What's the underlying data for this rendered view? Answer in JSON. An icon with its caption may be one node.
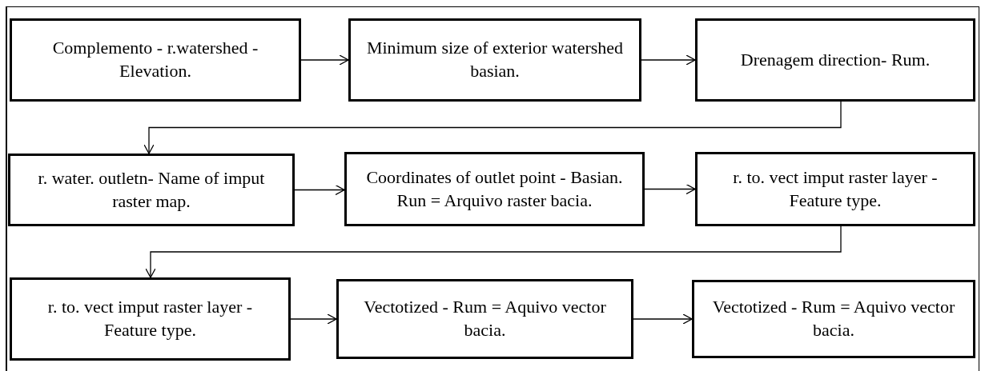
{
  "diagram": {
    "nodes": [
      {
        "text": [
          "Complemento - r.watershed - Elevation."
        ]
      },
      {
        "text": [
          "Minimum size of exterior watershed basian."
        ]
      },
      {
        "text": [
          "Drenagem direction- Rum."
        ]
      },
      {
        "text": [
          "r. water. outletn- Name of imput raster map."
        ]
      },
      {
        "text": [
          "Coordinates of outlet point - Basian.  Run = Arquivo raster bacia."
        ]
      },
      {
        "text": [
          "r. to. vect imput raster layer - Feature type."
        ]
      },
      {
        "text": [
          "r. to. vect imput raster layer - Feature type."
        ]
      },
      {
        "text": [
          "Vectotized - Rum = Aquivo vector bacia."
        ]
      },
      {
        "text": [
          "Vectotized - Rum = Aquivo vector bacia."
        ]
      }
    ],
    "edges": [
      {
        "from": 0,
        "to": 1,
        "arrow": "to"
      },
      {
        "from": 1,
        "to": 2,
        "arrow": "to"
      },
      {
        "from": 2,
        "to": 3,
        "arrow": "to"
      },
      {
        "from": 3,
        "to": 4,
        "arrow": "to"
      },
      {
        "from": 4,
        "to": 5,
        "arrow": "to"
      },
      {
        "from": 5,
        "to": 6,
        "arrow": "to"
      },
      {
        "from": 6,
        "to": 7,
        "arrow": "to"
      },
      {
        "from": 7,
        "to": 8,
        "arrow": "to"
      }
    ]
  }
}
